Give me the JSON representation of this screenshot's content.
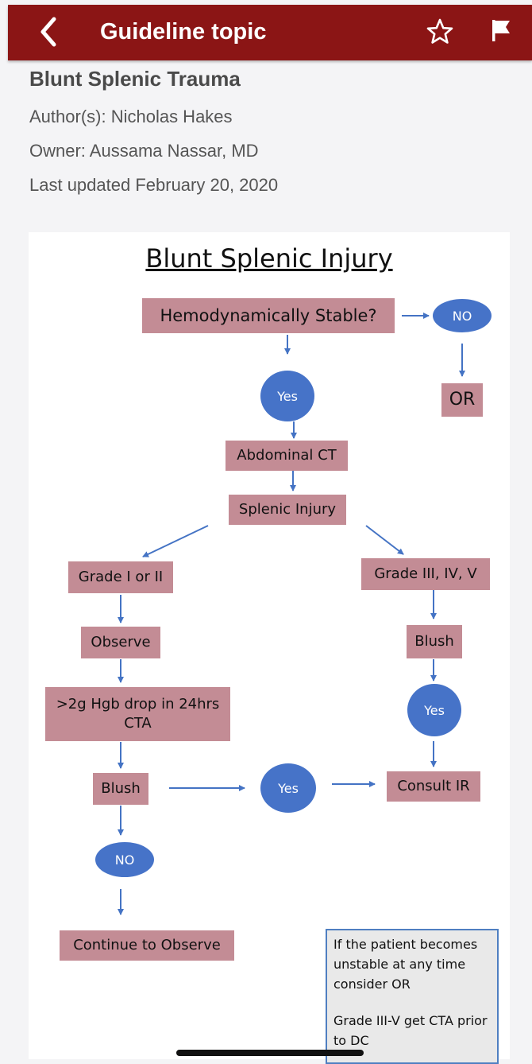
{
  "header": {
    "title": "Guideline topic",
    "background": "#8b1515",
    "icons": [
      "chevron-left-icon",
      "star-icon",
      "flag-icon"
    ]
  },
  "guideline": {
    "title": "Blunt Splenic Trauma",
    "authors": "Author(s): Nicholas Hakes",
    "owner": "Owner: Aussama Nassar, MD",
    "updated": "Last updated February 20, 2020"
  },
  "flowchart": {
    "title": "Blunt Splenic Injury",
    "box_color": "#c38c95",
    "oval_color": "#4673c8",
    "nodes": {
      "stable": "Hemodynamically Stable?",
      "no_top": "NO",
      "or": "OR",
      "yes_top": "Yes",
      "abdominal_ct": "Abdominal CT",
      "splenic_injury": "Splenic Injury",
      "grade_low": "Grade I or II",
      "grade_high": "Grade III, IV, V",
      "observe": "Observe",
      "blush_right": "Blush",
      "yes_right": "Yes",
      "hgb_drop_line1": ">2g Hgb drop in 24hrs",
      "hgb_drop_line2": "CTA",
      "blush_left": "Blush",
      "yes_mid": "Yes",
      "consult_ir": "Consult IR",
      "no_bottom": "NO",
      "continue_observe": "Continue to Observe"
    },
    "note": {
      "line1": "If the patient becomes unstable at any time consider OR",
      "line2": "Grade III-V get CTA prior to DC"
    }
  }
}
